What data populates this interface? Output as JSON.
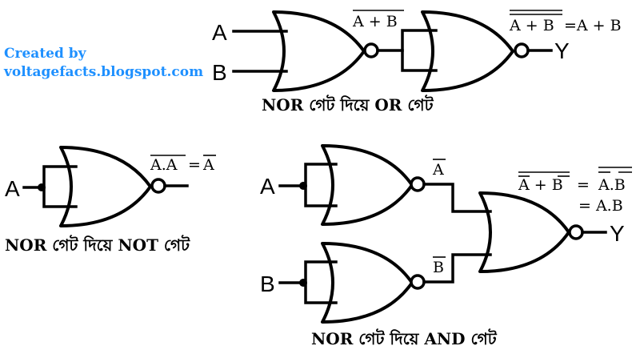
{
  "credit": {
    "line1": "Created by",
    "line2": "voltagefacts.blogspot.com"
  },
  "colors": {
    "credit": "#1e90ff",
    "ink": "#000000",
    "background": "#ffffff"
  },
  "or_circuit": {
    "input_a": "A",
    "input_b": "B",
    "stage1_output": "A + B",
    "stage2_output_left": "A + B",
    "stage2_output_right": "=A + B",
    "output": "Y",
    "caption": "NOR গেট দিয়ে OR গেট"
  },
  "not_circuit": {
    "input": "A",
    "output_left": "A.A",
    "output_equals": "=",
    "output_right": "A",
    "caption": "NOR গেট দিয়ে NOT গেট"
  },
  "and_circuit": {
    "input_a": "A",
    "input_b": "B",
    "not_a": "A",
    "not_b": "B",
    "expr_line1_left": "A + B",
    "expr_line1_equals": "=",
    "expr_line1_right": "A.B",
    "expr_line2": "= A.B",
    "output": "Y",
    "caption": "NOR গেট দিয়ে AND গেট"
  }
}
